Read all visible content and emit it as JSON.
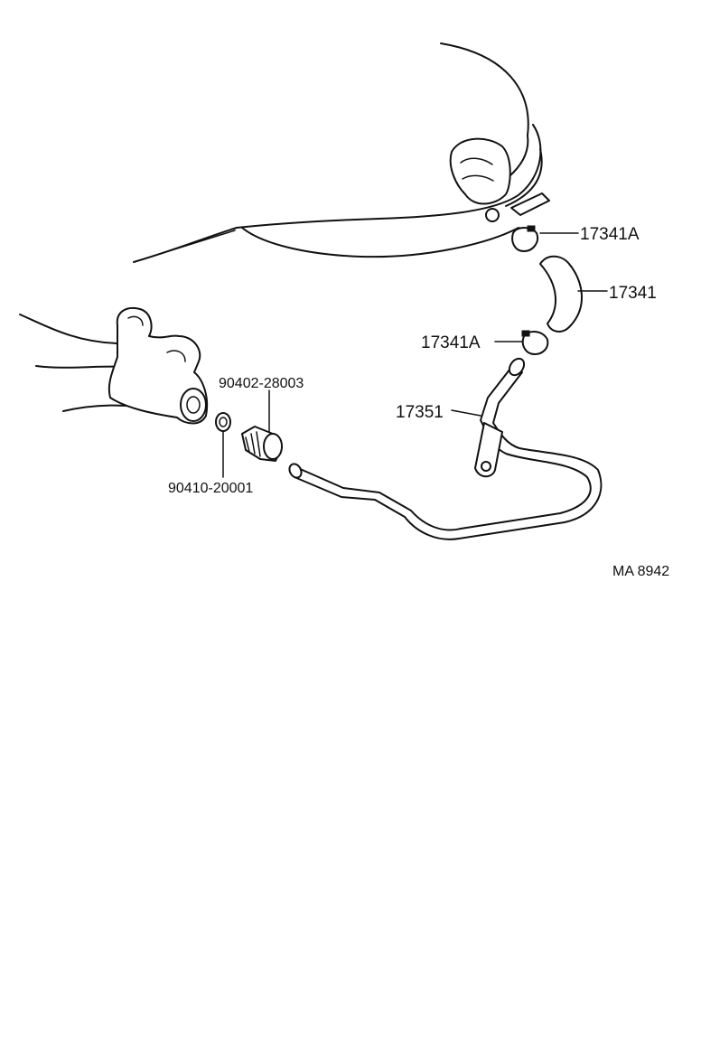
{
  "figure_code": "MA 8942",
  "parts": [
    {
      "number": "17341A"
    },
    {
      "number": "17341"
    },
    {
      "number": "17341A"
    },
    {
      "number": "17351"
    },
    {
      "number": "90402-28003"
    },
    {
      "number": "90410-20001"
    }
  ]
}
